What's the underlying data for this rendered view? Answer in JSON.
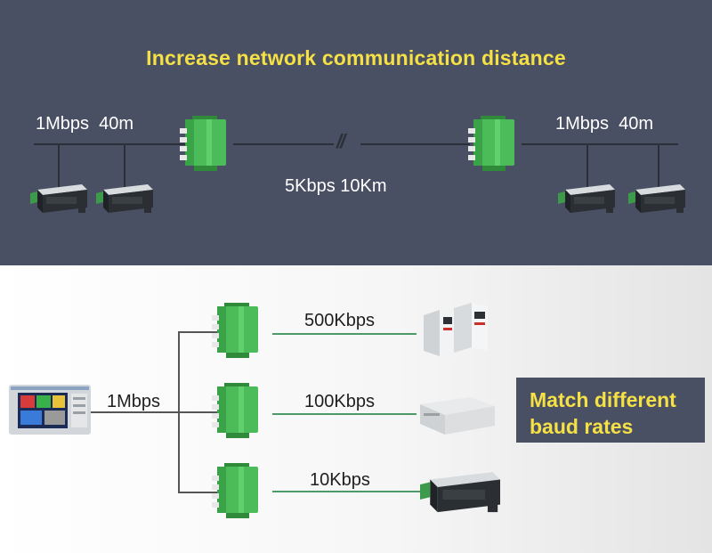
{
  "header": {
    "title": "Increase network communication distance"
  },
  "top_diagram": {
    "left_segment_label": "1Mbps  40m",
    "middle_segment_label": "5Kbps 10Km",
    "right_segment_label": "1Mbps  40m",
    "break_symbol": "//"
  },
  "bottom_diagram": {
    "trunk_label": "1Mbps",
    "branches": [
      {
        "label": "500Kbps",
        "device": "servo-drive"
      },
      {
        "label": "100Kbps",
        "device": "network-box"
      },
      {
        "label": "10Kbps",
        "device": "can-adapter"
      }
    ],
    "callout_line1": "Match different",
    "callout_line2": "baud rates"
  },
  "colors": {
    "top_background": "#4a5063",
    "title_text": "#f5e046",
    "repeater_green": "#4cbc5a",
    "branch_line": "#4c9a6a"
  }
}
